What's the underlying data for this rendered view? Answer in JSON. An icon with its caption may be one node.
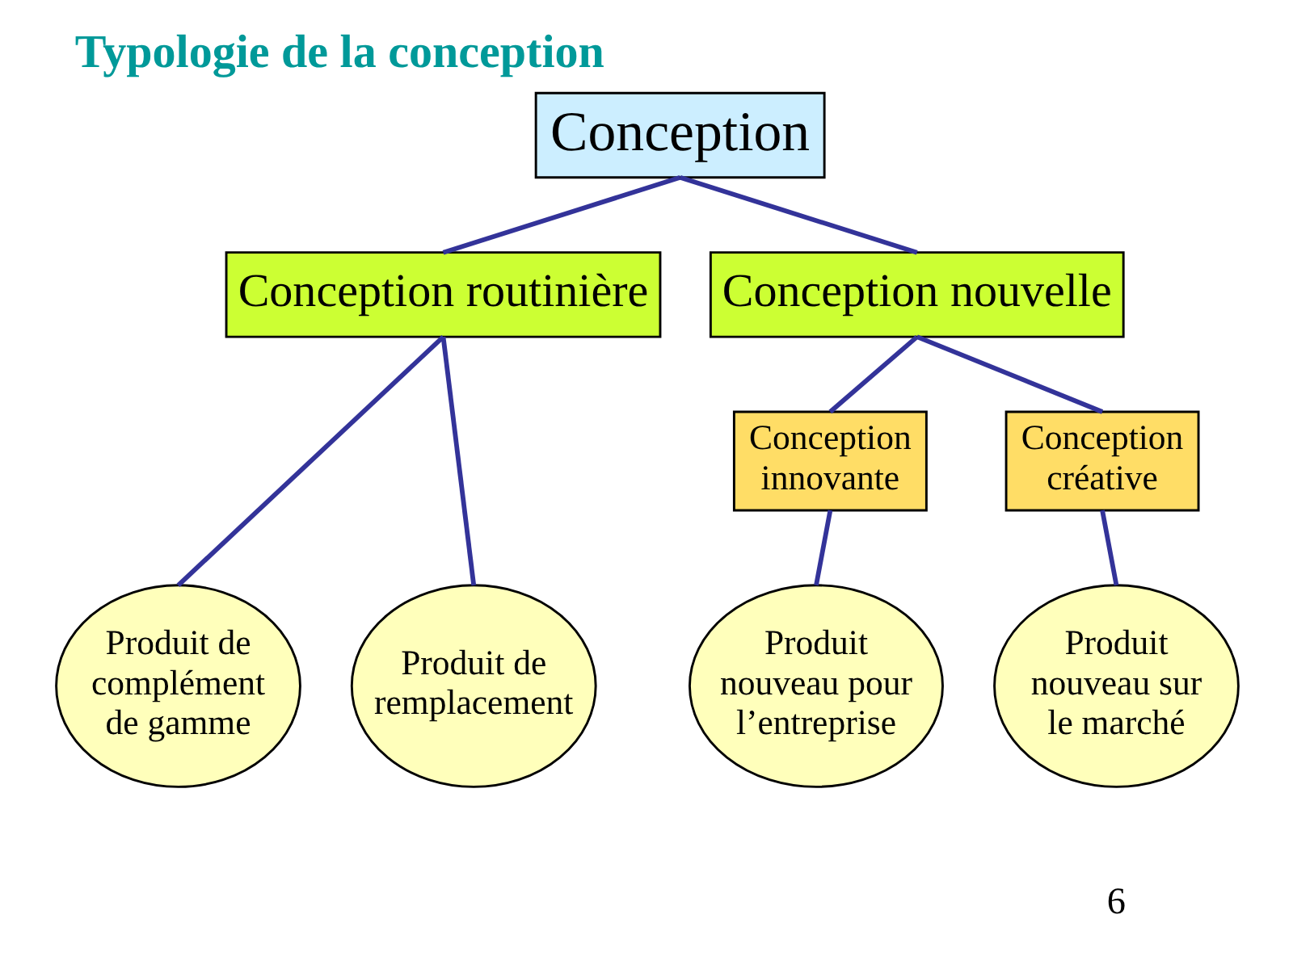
{
  "diagram": {
    "title": "Typologie de la conception",
    "nodes": [
      {
        "text": [
          "Conception"
        ]
      },
      {
        "text": [
          "Conception routinière"
        ]
      },
      {
        "text": [
          "Conception nouvelle"
        ]
      },
      {
        "text": [
          "Conception innovante"
        ]
      },
      {
        "text": [
          "Conception créative"
        ]
      },
      {
        "text": [
          "Produit de complément de gamme"
        ]
      },
      {
        "text": [
          "Produit de remplacement"
        ]
      },
      {
        "text": [
          "Produit nouveau pour l’entreprise"
        ]
      },
      {
        "text": [
          "Produit nouveau sur le marché"
        ]
      }
    ],
    "edges": [
      {
        "from": 0,
        "to": 1,
        "arrow": "none"
      },
      {
        "from": 0,
        "to": 2,
        "arrow": "none"
      },
      {
        "from": 1,
        "to": 5,
        "arrow": "none"
      },
      {
        "from": 1,
        "to": 6,
        "arrow": "none"
      },
      {
        "from": 2,
        "to": 3,
        "arrow": "none"
      },
      {
        "from": 2,
        "to": 4,
        "arrow": "none"
      },
      {
        "from": 3,
        "to": 7,
        "arrow": "none"
      },
      {
        "from": 4,
        "to": 8,
        "arrow": "none"
      }
    ],
    "labels": [
      "6"
    ]
  }
}
